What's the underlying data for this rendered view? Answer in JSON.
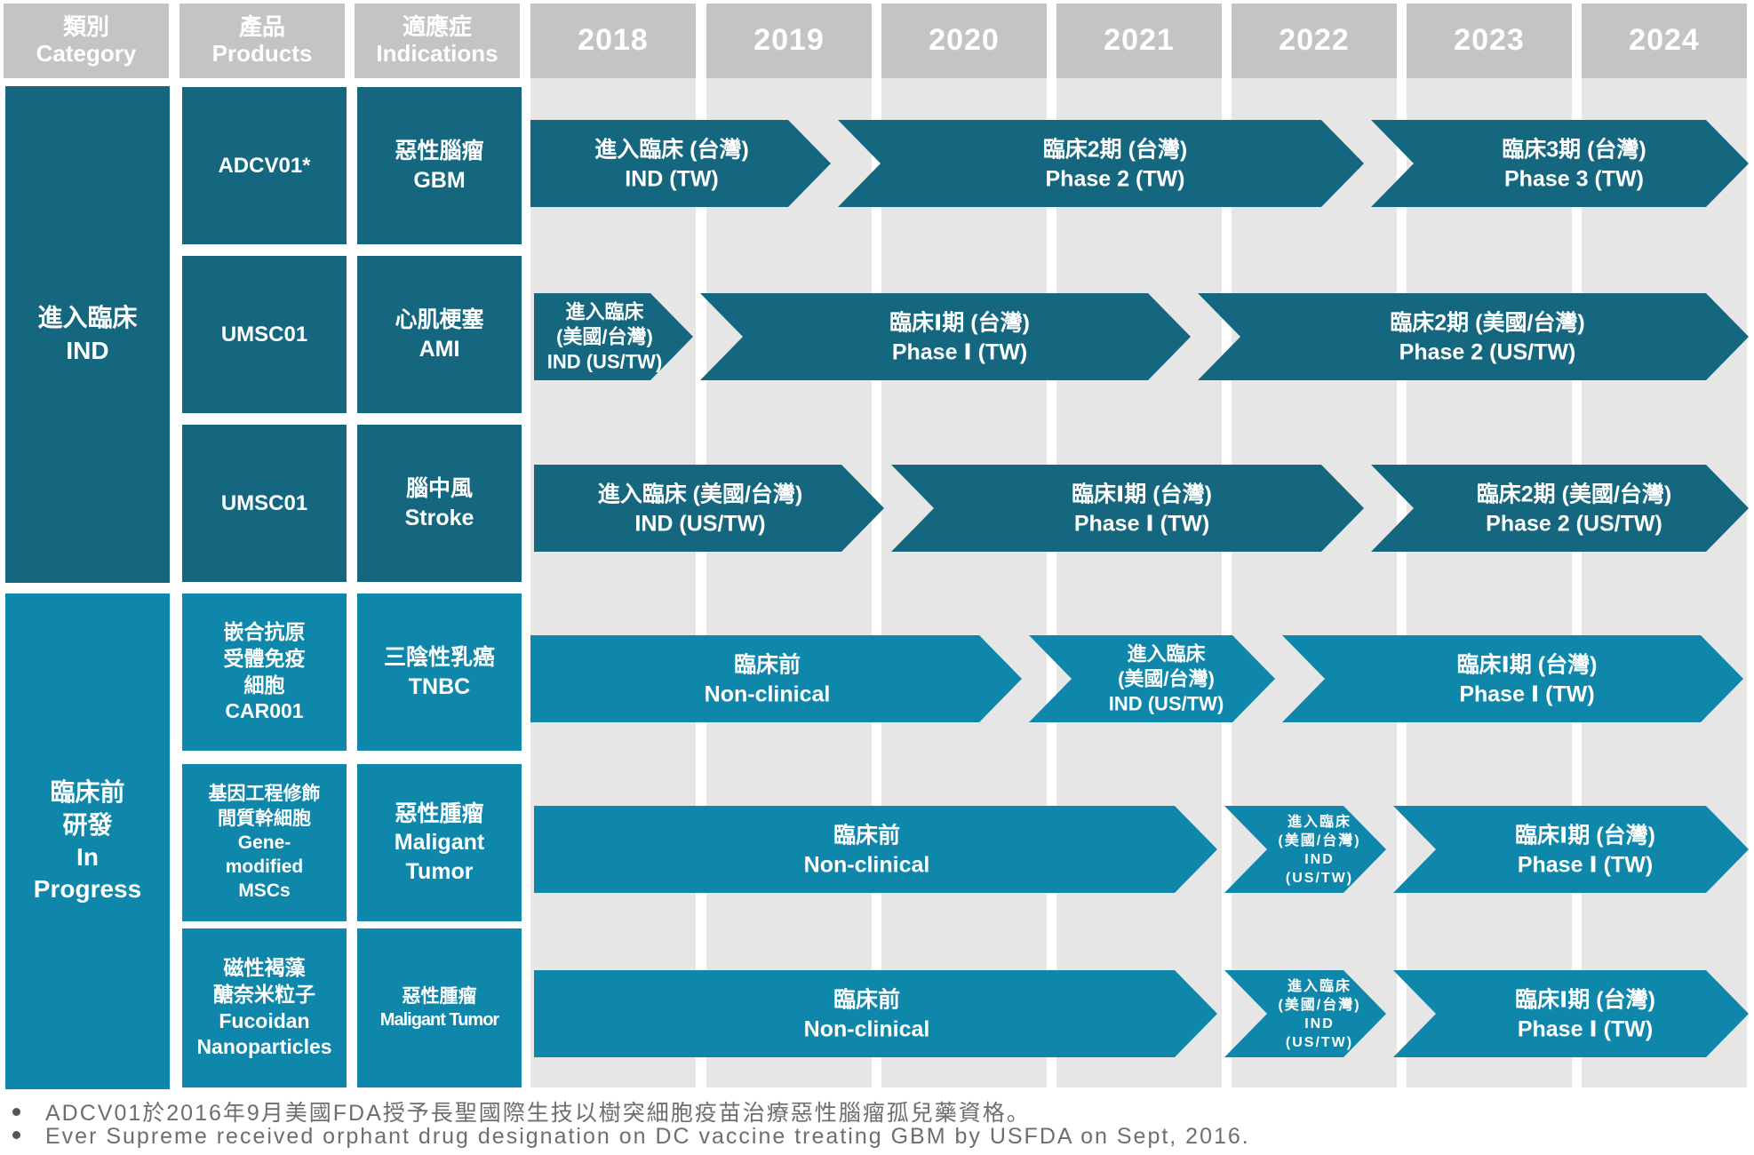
{
  "header": {
    "category": {
      "zh": "類別",
      "en": "Category"
    },
    "products": {
      "zh": "產品",
      "en": "Products"
    },
    "indications": {
      "zh": "適應症",
      "en": "Indications"
    },
    "years": [
      "2018",
      "2019",
      "2020",
      "2021",
      "2022",
      "2023",
      "2024"
    ]
  },
  "categories": [
    {
      "zh": "進入臨床",
      "en": "IND",
      "style": "dark"
    },
    {
      "zh1": "臨床前",
      "zh2": "研發",
      "en1": "In",
      "en2": "Progress",
      "style": "light"
    }
  ],
  "rows": [
    {
      "product": [
        "ADCV01*"
      ],
      "indication": [
        "惡性腦瘤",
        "GBM"
      ],
      "style": "dark",
      "phases": [
        {
          "zh": "進入臨床 (台灣)",
          "en": "IND (TW)"
        },
        {
          "zh": "臨床2期 (台灣)",
          "en": "Phase 2 (TW)"
        },
        {
          "zh": "臨床3期 (台灣)",
          "en": "Phase 3 (TW)"
        }
      ]
    },
    {
      "product": [
        "UMSC01"
      ],
      "indication": [
        "心肌梗塞",
        "AMI"
      ],
      "style": "dark",
      "phases": [
        {
          "zh": "進入臨床",
          "zh2": "(美國/台灣)",
          "en": "IND (US/TW)"
        },
        {
          "zh": "臨床Ⅰ期 (台灣)",
          "en": "Phase Ⅰ (TW)"
        },
        {
          "zh": "臨床2期 (美國/台灣)",
          "en": "Phase 2 (US/TW)"
        }
      ]
    },
    {
      "product": [
        "UMSC01"
      ],
      "indication": [
        "腦中風",
        "Stroke"
      ],
      "style": "dark",
      "phases": [
        {
          "zh": "進入臨床 (美國/台灣)",
          "en": "IND (US/TW)"
        },
        {
          "zh": "臨床Ⅰ期 (台灣)",
          "en": "Phase Ⅰ (TW)"
        },
        {
          "zh": "臨床2期 (美國/台灣)",
          "en": "Phase 2 (US/TW)"
        }
      ]
    },
    {
      "product": [
        "嵌合抗原",
        "受體免疫",
        "細胞",
        "CAR001"
      ],
      "indication": [
        "三陰性乳癌",
        "TNBC"
      ],
      "style": "light",
      "phases": [
        {
          "zh": "臨床前",
          "en": "Non-clinical"
        },
        {
          "zh": "進入臨床",
          "zh2": "(美國/台灣)",
          "en": "IND (US/TW)"
        },
        {
          "zh": "臨床Ⅰ期 (台灣)",
          "en": "Phase Ⅰ (TW)"
        }
      ]
    },
    {
      "product": [
        "基因工程修飾",
        "間質幹細胞",
        "Gene-",
        "modified",
        "MSCs"
      ],
      "indication": [
        "惡性腫瘤",
        "Maligant",
        "Tumor"
      ],
      "style": "light",
      "phases": [
        {
          "zh": "臨床前",
          "en": "Non-clinical"
        },
        {
          "zh": "進入臨床",
          "zh2": "(美國/台灣)",
          "en": "IND",
          "en2": "(US/TW)"
        },
        {
          "zh": "臨床Ⅰ期 (台灣)",
          "en": "Phase Ⅰ (TW)"
        }
      ]
    },
    {
      "product": [
        "磁性褐藻",
        "醣奈米粒子",
        "Fucoidan",
        "Nanoparticles"
      ],
      "indication": [
        "惡性腫瘤",
        "Maligant Tumor"
      ],
      "style": "light",
      "phases": [
        {
          "zh": "臨床前",
          "en": "Non-clinical"
        },
        {
          "zh": "進入臨床",
          "zh2": "(美國/台灣)",
          "en": "IND",
          "en2": "(US/TW)"
        },
        {
          "zh": "臨床Ⅰ期 (台灣)",
          "en": "Phase Ⅰ (TW)"
        }
      ]
    }
  ],
  "colors": {
    "dark": "#14677f",
    "light": "#0f87ab",
    "header": "#c4c4c4",
    "column": "#e6e6e6"
  },
  "footnotes": [
    "ADCV01於2016年9月美國FDA授予長聖國際生技以樹突細胞疫苗治療惡性腦瘤孤兒藥資格。",
    "Ever Supreme received orphant drug designation on DC vaccine treating GBM by USFDA on Sept, 2016."
  ]
}
